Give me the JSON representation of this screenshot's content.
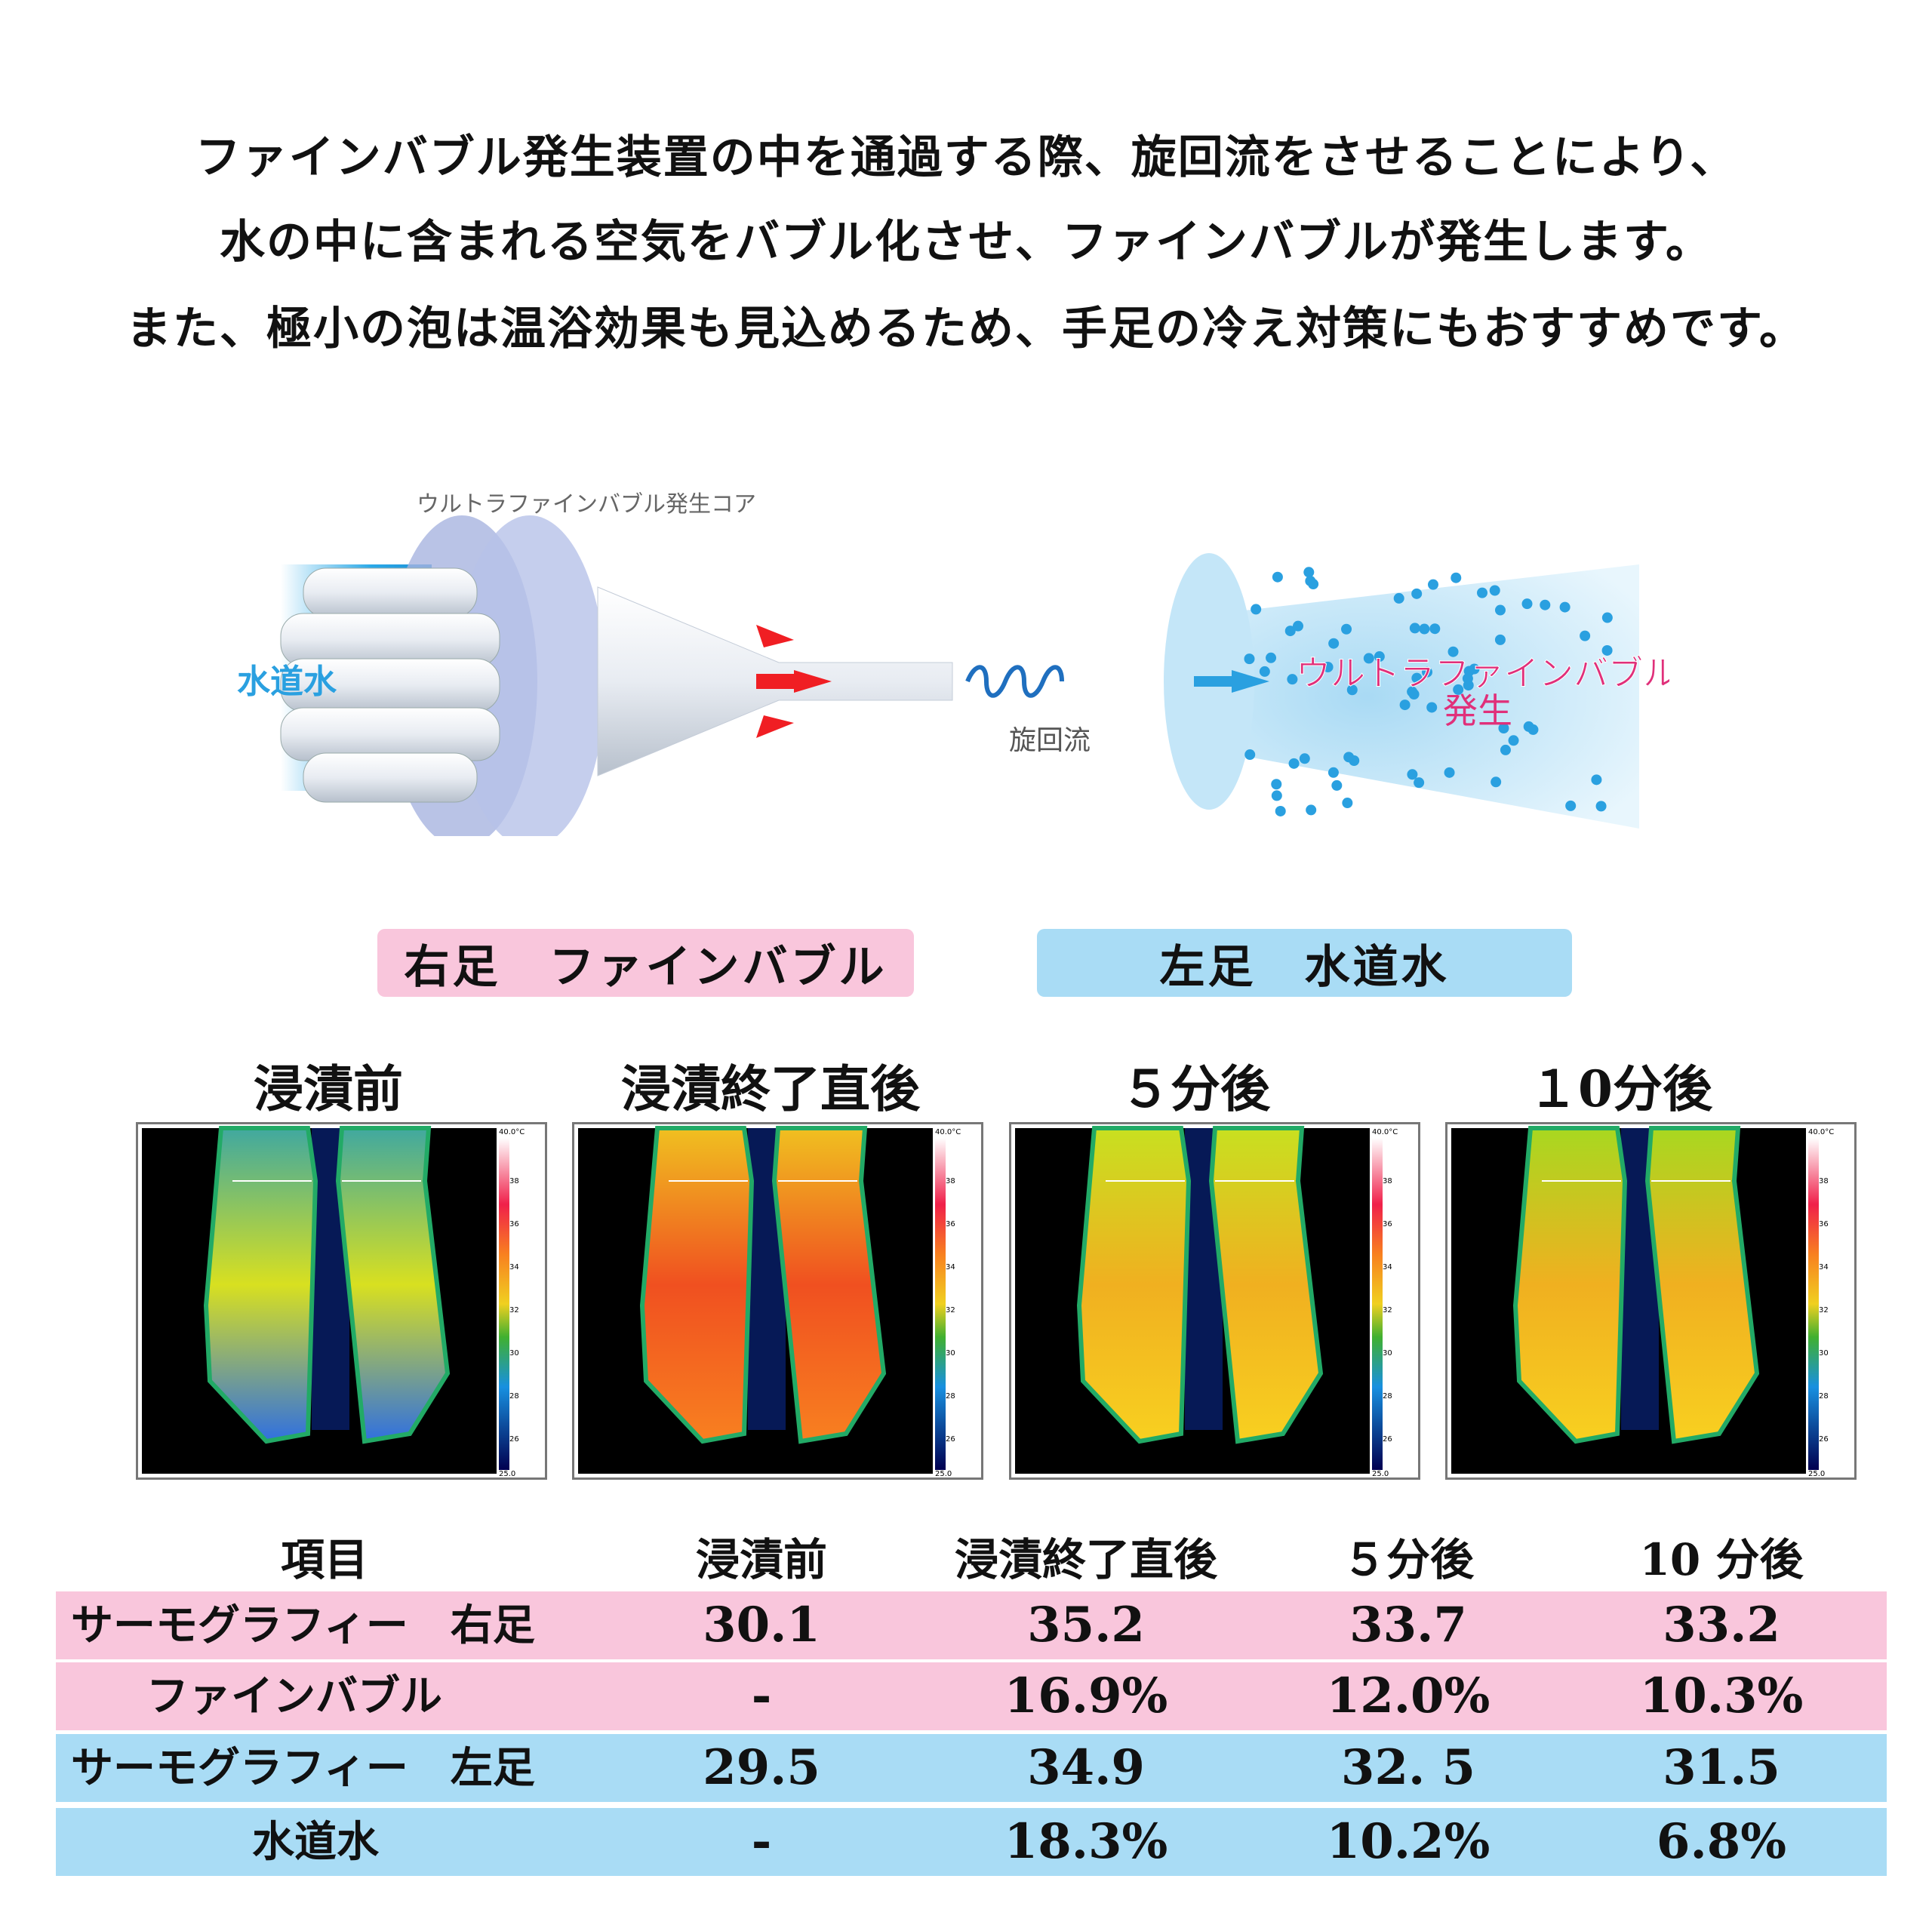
{
  "intro": [
    "ファインバブル発生装置の中を通過する際、旋回流をさせることにより、",
    "水の中に含まれる空気をバブル化させ、ファインバブルが発生します。",
    "また、極小の泡は温浴効果も見込めるため、手足の冷え対策にもおすすめです。"
  ],
  "diagram": {
    "core_label": "ウルトラファインバブル発生コア",
    "inlet_label": "水道水",
    "swirl_label": "旋回流",
    "output_label_1": "ウルトラファインバブル",
    "output_label_2": "発生"
  },
  "legend": {
    "right": "右足　ファインバブル",
    "left": "左足　水道水",
    "right_color": "#f9c6dc",
    "left_color": "#a9dcf5"
  },
  "columns": [
    "浸漬前",
    "浸漬終了直後",
    "５分後",
    "１0分後"
  ],
  "thermal": {
    "scale_max": "40.0°C",
    "scale_min": "25.0",
    "ticks": [
      "38",
      "36",
      "34",
      "32",
      "30",
      "28",
      "26"
    ]
  },
  "table": {
    "headers": [
      "項目",
      "浸漬前",
      "浸漬終了直後",
      "５分後",
      "10 分後"
    ],
    "rows": [
      {
        "label": "サーモグラフィー　右足",
        "values": [
          "30.1",
          "35.2",
          "33.7",
          "33.2"
        ]
      },
      {
        "label": "ファインバブル",
        "values": [
          "-",
          "16.9%",
          "12.0%",
          "10.3%"
        ]
      },
      {
        "label": "サーモグラフィー　左足",
        "values": [
          "29.5",
          "34.9",
          "32. 5",
          "31.5"
        ]
      },
      {
        "label": "水道水",
        "values": [
          "-",
          "18.3%",
          "10.2%",
          "6.8%"
        ]
      }
    ]
  }
}
